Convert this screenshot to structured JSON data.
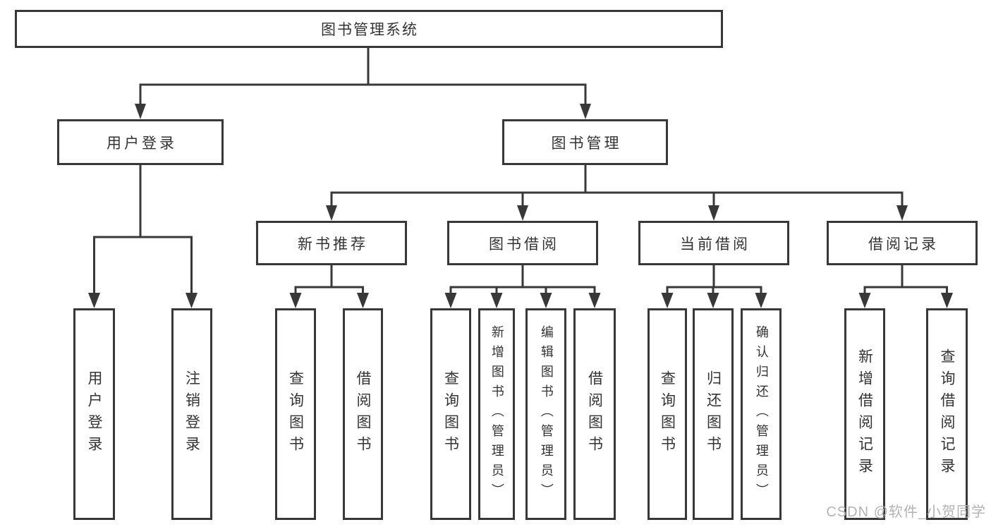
{
  "diagram": {
    "title": "图书管理系统",
    "root": {
      "label": "图书管理系统"
    },
    "level2": [
      {
        "label": "用户登录"
      },
      {
        "label": "图书管理"
      }
    ],
    "level3": [
      {
        "label": "新书推荐",
        "parent": "图书管理"
      },
      {
        "label": "图书借阅",
        "parent": "图书管理"
      },
      {
        "label": "当前借阅",
        "parent": "图书管理"
      },
      {
        "label": "借阅记录",
        "parent": "图书管理"
      }
    ],
    "leaves": [
      {
        "label": "用户登录",
        "parent": "用户登录"
      },
      {
        "label": "注销登录",
        "parent": "用户登录"
      },
      {
        "label": "查询图书",
        "parent": "新书推荐"
      },
      {
        "label": "借阅图书",
        "parent": "新书推荐"
      },
      {
        "label": "查询图书",
        "parent": "图书借阅"
      },
      {
        "label": "新增图书（管理员）",
        "parent": "图书借阅"
      },
      {
        "label": "编辑图书（管理员）",
        "parent": "图书借阅"
      },
      {
        "label": "借阅图书",
        "parent": "图书借阅"
      },
      {
        "label": "查询图书",
        "parent": "当前借阅"
      },
      {
        "label": "归还图书",
        "parent": "当前借阅"
      },
      {
        "label": "确认归还（管理员）",
        "parent": "当前借阅"
      },
      {
        "label": "新增借阅记录",
        "parent": "借阅记录"
      },
      {
        "label": "查询借阅记录",
        "parent": "借阅记录"
      }
    ]
  },
  "watermark": {
    "text": "CSDN @软件_小贺同学"
  },
  "colors": {
    "line": "#383838",
    "text": "#333333",
    "watermark": "#b3b3b3",
    "background": "#ffffff"
  }
}
